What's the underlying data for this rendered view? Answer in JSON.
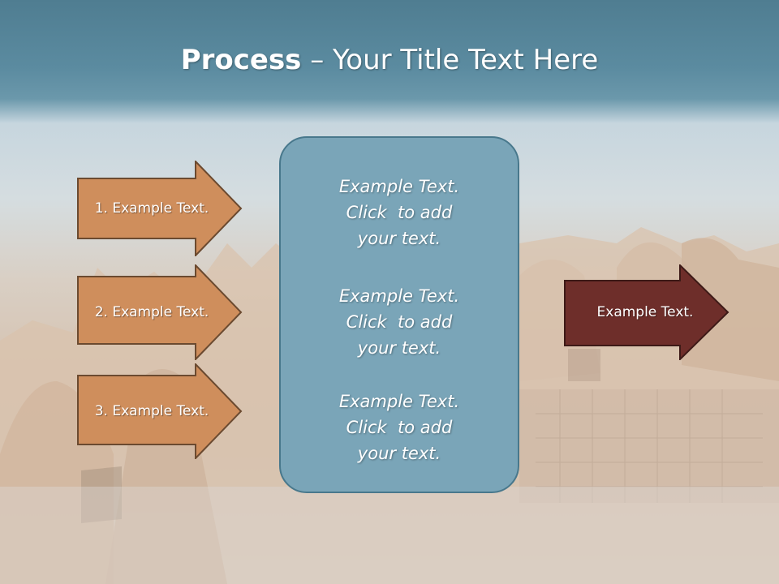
{
  "title": {
    "bold": "Process",
    "rest": " – Your Title Text Here"
  },
  "left_arrows": [
    {
      "label": "1. Example Text."
    },
    {
      "label": "2. Example Text."
    },
    {
      "label": "3. Example Text."
    }
  ],
  "center_box": {
    "blocks": [
      {
        "line1": "Example Text.",
        "line2": "Click  to add",
        "line3": "your text."
      },
      {
        "line1": "Example Text.",
        "line2": "Click  to add",
        "line3": "your text."
      },
      {
        "line1": "Example Text.",
        "line2": "Click  to add",
        "line3": "your text."
      }
    ]
  },
  "right_arrow": {
    "label": "Example Text."
  },
  "colors": {
    "title_band": "#5b8ba0",
    "left_arrow_fill": "#cf8e5c",
    "left_arrow_border": "#6b4a30",
    "center_fill": "#7aa5b8",
    "right_arrow_fill": "#6e2e2a"
  }
}
